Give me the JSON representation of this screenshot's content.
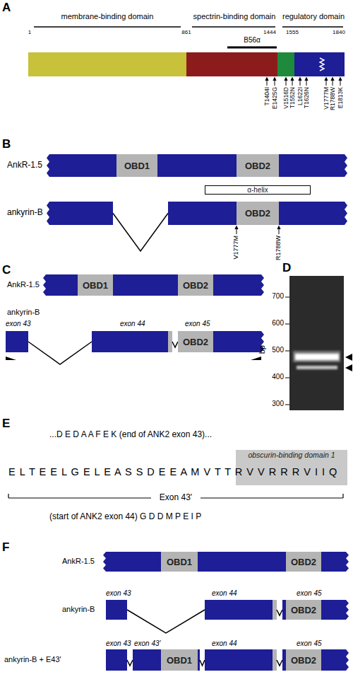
{
  "diagram": {
    "nodes": [
      {
        "text": [
          "OBD1"
        ]
      },
      {
        "text": [
          "OBD2"
        ]
      },
      {
        "text": [
          "α-helix"
        ]
      },
      {
        "text": [
          "OBD2"
        ]
      },
      {
        "text": [
          "OBD1"
        ]
      },
      {
        "text": [
          "OBD2"
        ]
      },
      {
        "text": [
          "OBD2"
        ]
      },
      {
        "text": [
          "obscurin-binding domain 1"
        ]
      },
      {
        "text": [
          "OBD1"
        ]
      },
      {
        "text": [
          "OBD2"
        ]
      },
      {
        "text": [
          "OBD2"
        ]
      },
      {
        "text": [
          "OBD1"
        ]
      },
      {
        "text": [
          "OBD2"
        ]
      }
    ],
    "labels": [
      "A",
      "membrane-binding domain",
      "spectrin-binding domain",
      "regulatory domain",
      "1",
      "861",
      "1444",
      "1555",
      "1840",
      "B56α",
      "T1404I",
      "E1425G",
      "V1516D",
      "T1552N",
      "L1622I",
      "T1626N",
      "V1777M",
      "R1788W",
      "E1813K",
      "B",
      "AnkR-1.5",
      "ankyrin-B",
      "V1777M",
      "R1788W",
      "C",
      "AnkR-1.5",
      "ankyrin-B",
      "exon 43",
      "exon 44",
      "exon 45",
      "D",
      "bp",
      "700",
      "600",
      "500",
      "400",
      "300",
      "E",
      "...D E D A A F E K (end of ANK2 exon 43)...",
      "E L T E E L G E L E A S S D E E A M V T T R V V R R R V I I Q",
      "Exon 43'",
      "(start of ANK2 exon 44) G D D M P E I P",
      "F",
      "AnkR-1.5",
      "ankyrin-B",
      "exon 43",
      "exon 44",
      "exon 45",
      "ankyrin-B + E43'",
      "exon 43",
      "exon 43'",
      "exon 44",
      "exon 45"
    ]
  }
}
